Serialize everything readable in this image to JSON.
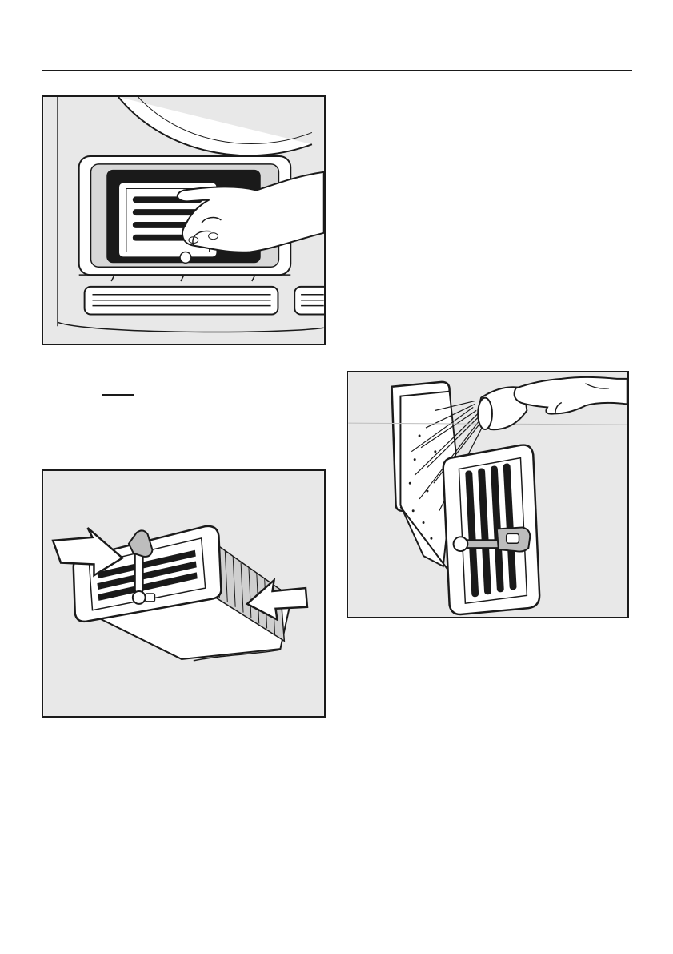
{
  "page": {
    "background": "#ffffff",
    "ink": "#1a1a1a",
    "panel_fill": "#e8e8e8"
  },
  "figures": [
    {
      "id": "fig1",
      "icon": "hand-removing-filter-illustration"
    },
    {
      "id": "fig2",
      "icon": "filter-insert-arrows-illustration"
    },
    {
      "id": "fig3",
      "icon": "rinsing-filter-under-shower-illustration"
    }
  ]
}
